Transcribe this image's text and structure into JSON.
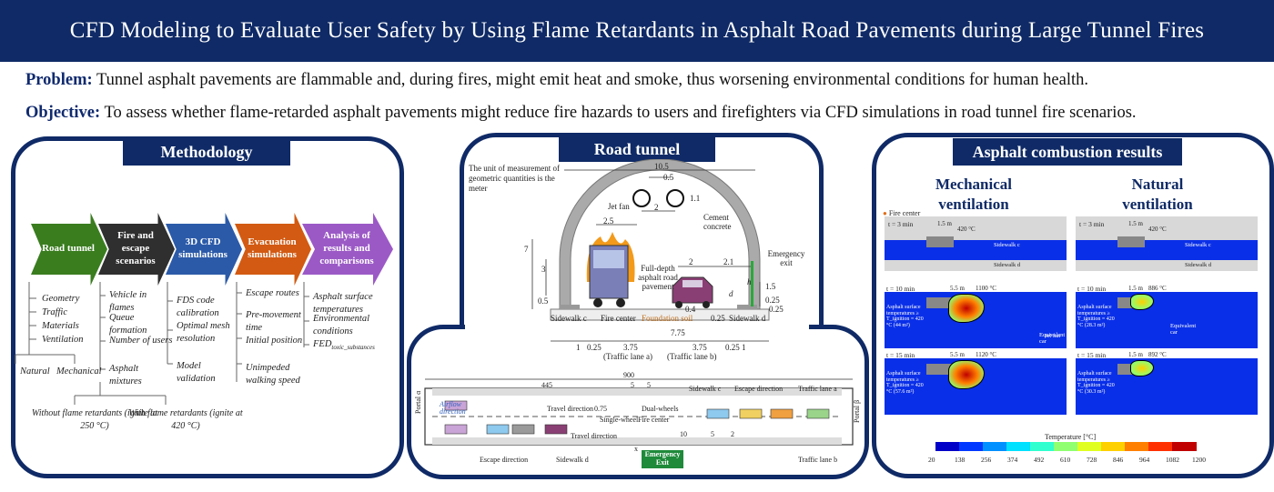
{
  "title": "CFD Modeling to Evaluate User Safety by Using Flame Retardants in Asphalt Road Pavements during Large Tunnel Fires",
  "problem": {
    "label": "Problem:",
    "text": "Tunnel asphalt pavements are flammable and, during fires, might emit heat and smoke, thus worsening environmental conditions for human health."
  },
  "objective": {
    "label": "Objective:",
    "text": "To assess whether flame-retarded asphalt pavements might reduce fire hazards to users and firefighters via CFD simulations in road tunnel fire scenarios."
  },
  "methodology": {
    "title": "Methodology",
    "steps": [
      {
        "label": "Road tunnel",
        "color": "#3a7d1f",
        "items": [
          "Geometry",
          "Traffic",
          "Materials",
          "Ventilation"
        ]
      },
      {
        "label": "Fire and escape scenarios",
        "color": "#2f2f2f",
        "items": [
          "Vehicle in flames",
          "Queue formation",
          "Number of users",
          "Asphalt mixtures"
        ]
      },
      {
        "label": "3D CFD simulations",
        "color": "#2b5aa8",
        "items": [
          "FDS code calibration",
          "Optimal mesh resolution",
          "Model validation"
        ]
      },
      {
        "label": "Evacuation simulations",
        "color": "#d25a12",
        "items": [
          "Escape routes",
          "Pre-movement time",
          "Initial position",
          "Unimpeded walking speed"
        ]
      },
      {
        "label": "Analysis of results and comparisons",
        "color": "#9b59c6",
        "items": [
          "Asphalt surface temperatures",
          "Environmental conditions",
          "FED"
        ]
      }
    ],
    "fed_sub": "toxic_substances",
    "vent_natural": "Natural",
    "vent_mechanical": "Mechanical",
    "without_fr": "Without flame retardants (ignite at 250 °C)",
    "with_fr": "With flame retardants (ignite at 420 °C)"
  },
  "tunnel": {
    "title": "Road tunnel",
    "unit_note": "The unit of measurement of geometric quantities is the meter",
    "dims": {
      "width": "10.5",
      "top": "0.5",
      "fan_h": "1.1",
      "fan_gap": "2",
      "fan_off": "2.5",
      "h7": "7",
      "h3": "3",
      "h05": "0.5",
      "h15": "1.5",
      "h025": "0.25",
      "d2": "2",
      "d21": "2.1",
      "d04": "0.4",
      "d025b": "0.25",
      "total": "7.75",
      "b1": "1",
      "b025": "0.25",
      "lane": "3.75"
    },
    "labels": {
      "jet_fan": "Jet fan",
      "cement": "Cement concrete",
      "emergency_exit": "Emergency exit",
      "asphalt": "Full-depth asphalt road pavement",
      "sidewalk_c": "Sidewalk c",
      "fire_center": "Fire center",
      "foundation": "Foundation soil",
      "sidewalk_d": "Sidewalk d",
      "lane_a": "(Traffic lane a)",
      "lane_b": "(Traffic lane b)",
      "h": "h",
      "d": "d"
    },
    "plan": {
      "len": "900",
      "l445": "445",
      "l5a": "5",
      "l5b": "5",
      "l075": "0.75",
      "l10": "10",
      "l5c": "5",
      "l2": "2",
      "travel1": "Travel direction",
      "travel2": "Travel direction",
      "airflow": "Airflow direction",
      "single": "Single-wheel",
      "dual": "Dual-wheels",
      "fire": "Fire center",
      "sidewalk_c": "Sidewalk c",
      "escape_top": "Escape direction",
      "lane_a": "Traffic lane a",
      "escape_bottom": "Escape direction",
      "sidewalk_d": "Sidewalk d",
      "emergency": "Emergency Exit",
      "lane_b": "Traffic lane b",
      "portal_a": "Portal α",
      "portal_b": "Portal β",
      "x": "x"
    }
  },
  "results": {
    "title": "Asphalt combustion results",
    "col1": "Mechanical ventilation",
    "col2": "Natural ventilation",
    "fire_center": "Fire center",
    "rows": [
      {
        "t": "t = 3 min",
        "m_dim": "1.5 m",
        "m_temp": "420 °C",
        "n_dim": "1.5 m",
        "n_temp": "420 °C"
      },
      {
        "t": "t = 10 min",
        "m_dim": "5.5 m",
        "m_temp": "1100 °C",
        "n_dim": "1.5 m",
        "n_temp": "886 °C"
      },
      {
        "t": "t = 15 min",
        "m_dim": "5.5 m",
        "m_temp": "1120 °C",
        "n_dim": "1.5 m",
        "n_temp": "892 °C"
      }
    ],
    "sidewalk_c": "Sidewalk c",
    "sidewalk_d": "Sidewalk d",
    "asph10m": "Asphalt surface temperatures ≥ T_ignition = 420 °C (44 m²)",
    "asph10n": "Asphalt surface temperatures ≥ T_ignition = 420 °C (28.3 m²)",
    "asph15m": "Asphalt surface temperatures ≥ T_ignition = 420 °C (57.6 m²)",
    "asph15n": "Asphalt surface temperatures ≥ T_ignition = 420 °C (30.3 m²)",
    "equiv": "Equivalent car",
    "jetfan": "Jet fan",
    "scale_title": "Temperature [°C]",
    "ticks": [
      "20",
      "138",
      "256",
      "374",
      "492",
      "610",
      "728",
      "846",
      "964",
      "1082",
      "1200"
    ],
    "colors": [
      "#0000c8",
      "#0038ff",
      "#0090ff",
      "#00e0ff",
      "#30ffd0",
      "#90ff70",
      "#e0ff20",
      "#ffd000",
      "#ff8000",
      "#ff3000",
      "#c00000"
    ]
  }
}
